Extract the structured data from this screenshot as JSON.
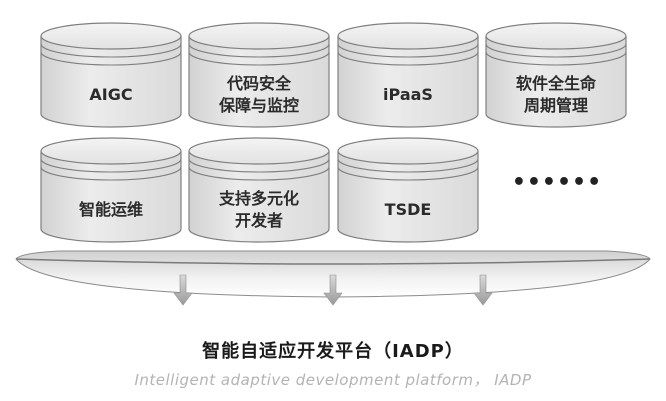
{
  "modules": [
    {
      "label": "AIGC"
    },
    {
      "label": "代码安全\n保障与监控"
    },
    {
      "label": "iPaaS"
    },
    {
      "label": "软件全生命\n周期管理"
    },
    {
      "label": "智能运维"
    },
    {
      "label": "支持多元化\n开发者"
    },
    {
      "label": "TSDE"
    }
  ],
  "more_indicator": "••••••",
  "platform": {
    "title": "智能自适应开发平台（IADP）",
    "subtitle": "Intelligent adaptive development platform， IADP"
  },
  "colors": {
    "cylinder_fill": "#e4e4e4",
    "cylinder_stroke": "#7f7f7f",
    "arrow": "#a6a6a6",
    "subtitle_text": "#b3b3b3"
  }
}
